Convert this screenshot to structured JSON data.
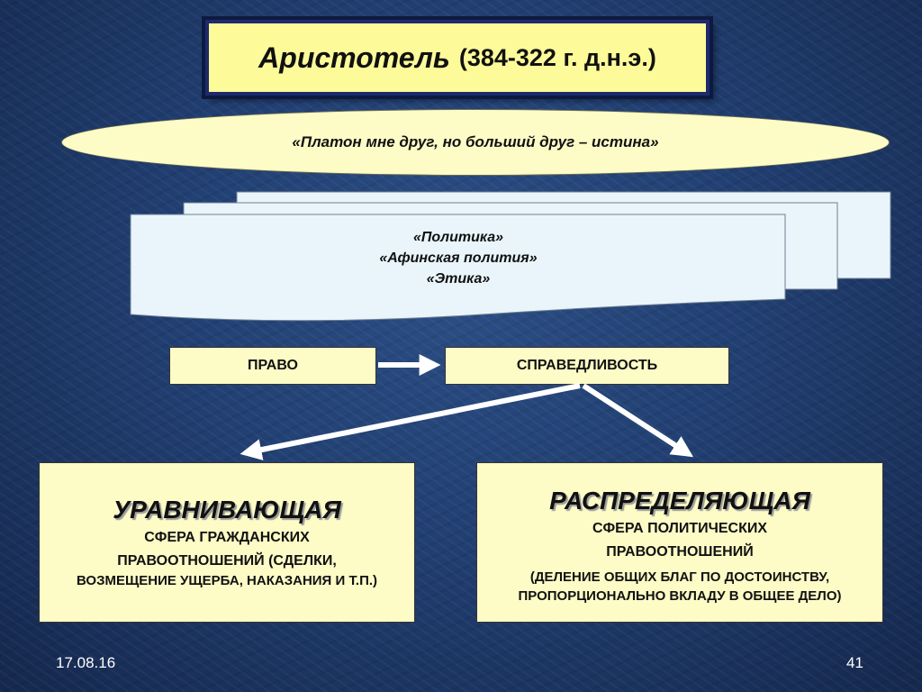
{
  "title": {
    "name": "Аристотель",
    "years": "(384-322 г. д.н.э.)"
  },
  "quote": "«Платон мне друг, но больший друг – истина»",
  "works": [
    "«Политика»",
    "«Афинская полития»",
    "«Этика»"
  ],
  "flow": {
    "left": "ПРАВО",
    "right": "СПРАВЕДЛИВОСТЬ"
  },
  "equalizing": {
    "title": "УРАВНИВАЮЩАЯ",
    "line1": "СФЕРА ГРАЖДАНСКИХ",
    "line2": "ПРАВООТНОШЕНИЙ (СДЕЛКИ,",
    "line3": "ВОЗМЕЩЕНИЕ УЩЕРБА, НАКАЗАНИЯ И Т.П.)"
  },
  "distributive": {
    "title": "РАСПРЕДЕЛЯЮЩАЯ",
    "line1": "СФЕРА ПОЛИТИЧЕСКИХ",
    "line2": "ПРАВООТНОШЕНИЙ",
    "line3": "(ДЕЛЕНИЕ ОБЩИХ БЛАГ ПО ДОСТОИНСТВУ,",
    "line4": "ПРОПОРЦИОНАЛЬНО ВКЛАДУ В ОБЩЕЕ ДЕЛО)"
  },
  "footer": {
    "date": "17.08.16",
    "page": "41"
  },
  "colors": {
    "background": "#213f72",
    "title_fill": "#fdfb99",
    "box_fill": "#fdfbc6",
    "scroll_fill": "#e9f5fb"
  }
}
